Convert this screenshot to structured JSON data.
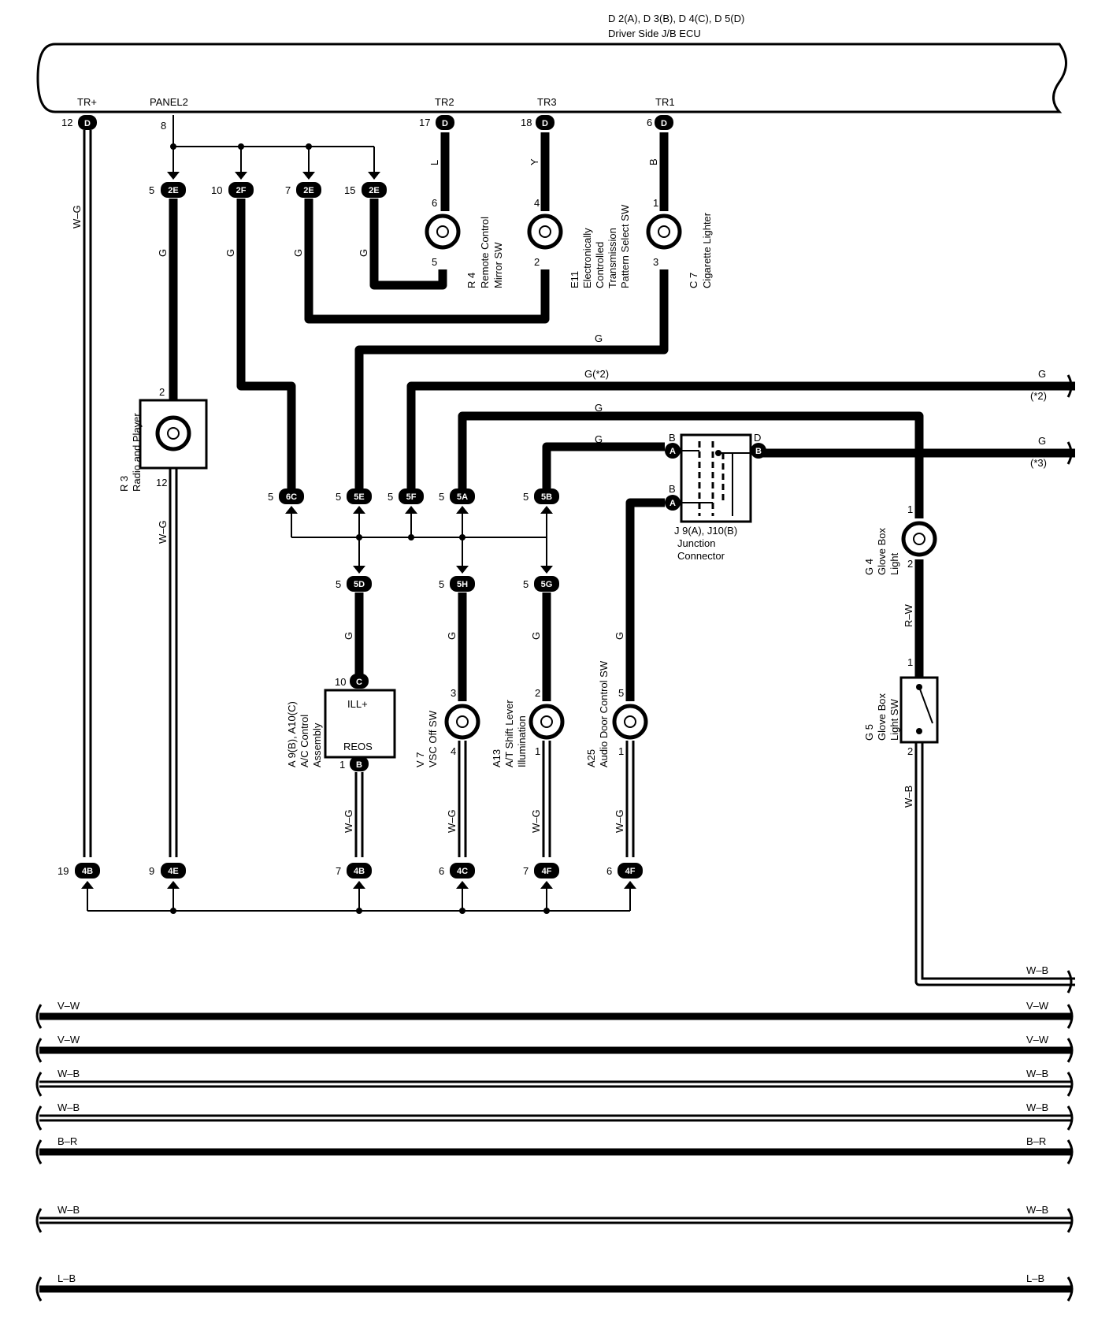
{
  "ecu": {
    "title1": "D 2(A), D 3(B), D 4(C), D 5(D)",
    "title2": "Driver Side J/B ECU",
    "terminals": {
      "trp": "TR+",
      "panel2": "PANEL2",
      "tr2": "TR2",
      "tr3": "TR3",
      "tr1": "TR1"
    },
    "pins": {
      "p12": "12",
      "p8": "8",
      "p17": "17",
      "p18": "18",
      "p6": "6"
    }
  },
  "connector_codes": {
    "D": "D",
    "2E": "2E",
    "2F": "2F",
    "6C": "6C",
    "5E": "5E",
    "5F": "5F",
    "5A": "5A",
    "5B": "5B",
    "5D": "5D",
    "5H": "5H",
    "5G": "5G",
    "4B": "4B",
    "4E": "4E",
    "4C": "4C",
    "4F": "4F",
    "A": "A",
    "B": "B",
    "C": "C"
  },
  "pins": {
    "n1": "1",
    "n2": "2",
    "n3": "3",
    "n4": "4",
    "n5": "5",
    "n6": "6",
    "n7": "7",
    "n9": "9",
    "n10": "10",
    "n12": "12",
    "n15": "15",
    "n19": "19"
  },
  "wire_colors": {
    "wg": "W–G",
    "g": "G",
    "l": "L",
    "y": "Y",
    "b": "B",
    "rw": "R–W",
    "wb": "W–B",
    "g2": "G(*2)"
  },
  "components": {
    "r4": {
      "code": "R 4",
      "name1": "Remote Control",
      "name2": "Mirror SW"
    },
    "e11": {
      "code": "E11",
      "name1": "Electronically",
      "name2": "Controlled",
      "name3": "Transmission",
      "name4": "Pattern Select SW"
    },
    "c7": {
      "code": "C 7",
      "name1": "Cigarette Lighter"
    },
    "r3": {
      "code": "R 3",
      "name1": "Radio and Player"
    },
    "j9": {
      "line1": "J 9(A), J10(B)",
      "line2": "Junction",
      "line3": "Connector",
      "t_b": "B",
      "t_d": "D"
    },
    "g4": {
      "code": "G 4",
      "name1": "Glove Box",
      "name2": "Light"
    },
    "g5": {
      "code": "G 5",
      "name1": "Glove Box",
      "name2": "Light SW"
    },
    "a9": {
      "code": "A 9(B), A10(C)",
      "name1": "A/C Control",
      "name2": "Assembly",
      "ill": "ILL+",
      "reos": "REOS"
    },
    "v7": {
      "code": "V 7",
      "name1": "VSC Off SW"
    },
    "a13": {
      "code": "A13",
      "name1": "A/T Shift Lever",
      "name2": "Illumination"
    },
    "a25": {
      "code": "A25",
      "name1": "Audio Door Control SW"
    }
  },
  "right_notes": {
    "n2": "(*2)",
    "n3": "(*3)"
  },
  "bus_labels": [
    "V–W",
    "V–W",
    "W–B",
    "W–B",
    "B–R",
    "W–B",
    "L–B"
  ],
  "colors": {
    "ink": "#000000",
    "paper": "#ffffff"
  }
}
